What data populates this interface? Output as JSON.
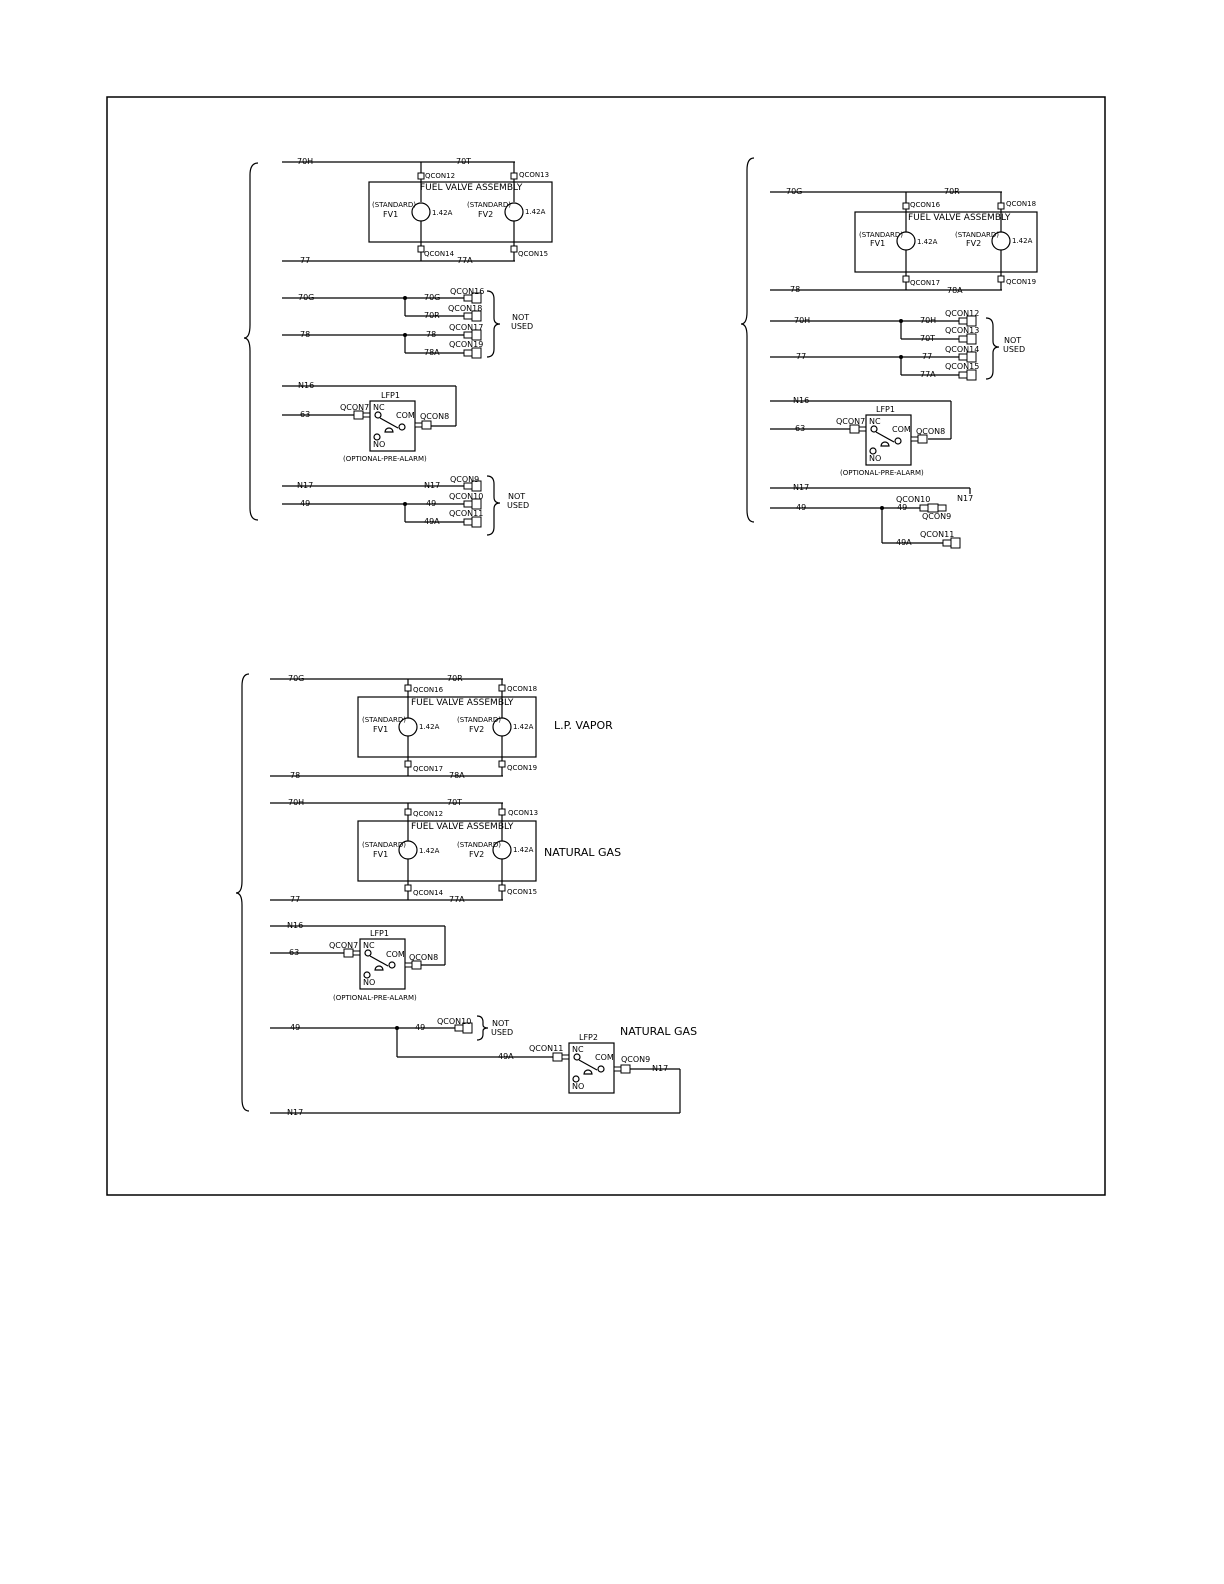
{
  "frame": {
    "stroke": "#000000"
  },
  "labels": {
    "fva": "FUEL  VALVE  ASSEMBLY",
    "standard": "(STANDARD)",
    "fv1": "FV1",
    "fv2": "FV2",
    "amp": "1.42A",
    "not": "NOT",
    "used": "USED",
    "lfp1": "LFP1",
    "lfp2": "LFP2",
    "nc": "NC",
    "com": "COM",
    "no": "NO",
    "prealarm": "(OPTIONAL-PRE-ALARM)",
    "lpvapor": "L.P.  VAPOR",
    "natgas": "NATURAL  GAS",
    "qcon7": "QCON7",
    "qcon8": "QCON8",
    "qcon9": "QCON9",
    "qcon10": "QCON10",
    "qcon11": "QCON11",
    "qcon12": "QCON12",
    "qcon13": "QCON13",
    "qcon14": "QCON14",
    "qcon15": "QCON15",
    "qcon16": "QCON16",
    "qcon17": "QCON17",
    "qcon18": "QCON18",
    "qcon19": "QCON19"
  },
  "wires": {
    "w70H": "70H",
    "w70T": "70T",
    "w70G": "70G",
    "w70R": "70R",
    "w77": "77",
    "w77A": "77A",
    "w78": "78",
    "w78A": "78A",
    "wN16": "N16",
    "wN17": "N17",
    "w63": "63",
    "w49": "49",
    "w49A": "49A"
  }
}
